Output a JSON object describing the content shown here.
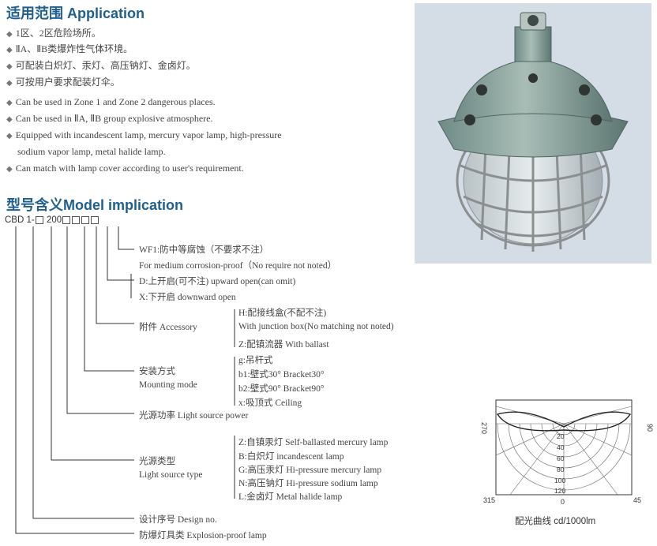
{
  "application": {
    "title": "适用范围 Application",
    "bullets_cn": [
      "1区、2区危险场所。",
      "ⅡA、ⅡB类爆炸性气体环境。",
      "可配装白炽灯、汞灯、高压钠灯、金卤灯。",
      "可按用户要求配装灯伞。"
    ],
    "bullets_en": [
      "Can be used in Zone 1 and Zone 2 dangerous places.",
      "Can be used in ⅡA, ⅡB group explosive atmosphere.",
      "Equipped with incandescent lamp, mercury vapor lamp, high-pressure",
      "sodium vapor lamp, metal halide lamp.",
      "Can match with lamp cover according to user's requirement."
    ]
  },
  "model": {
    "title": "型号含义Model implication",
    "code": {
      "p1": "CBD",
      "p2": "1",
      "p3": "-",
      "p4": "200"
    },
    "wf1": "WF1:防中等腐蚀（不要求不注）",
    "wf1_en": "For medium corrosion-proof（No require not noted）",
    "d_open": "D:上开启(可不注)   upward open(can omit)",
    "x_open": "X:下开启   downward open",
    "accessory": "附件 Accessory",
    "acc_h": "H:配接线盒(不配不注)",
    "acc_h_en": "With junction box(No matching not noted)",
    "acc_z": "Z:配镇流器  With ballast",
    "mount_cn": "安装方式",
    "mount_en": "Mounting mode",
    "mount_opts": [
      "g:吊杆式",
      "b1:壁式30°  Bracket30°",
      "b2:壁式90°  Bracket90°",
      "x:吸顶式  Ceiling"
    ],
    "power": "光源功率 Light source power",
    "src_cn": "光源类型",
    "src_en": "Light source type",
    "src_opts": [
      "Z:自镇汞灯  Self-ballasted mercury lamp",
      "B:白炽灯  incandescent lamp",
      "G:高压汞灯  Hi-pressure mercury lamp",
      "N:高压钠灯  Hi-pressure sodium lamp",
      "L:金卤灯  Metal halide lamp"
    ],
    "design": "设计序号 Design no.",
    "explosion": "防爆灯具类 Explosion-proof lamp"
  },
  "polar": {
    "caption": "配光曲线 cd/1000lm",
    "angles": [
      "270",
      "90",
      "315",
      "0",
      "45"
    ],
    "rings": [
      "20",
      "40",
      "60",
      "80",
      "100",
      "120"
    ]
  }
}
